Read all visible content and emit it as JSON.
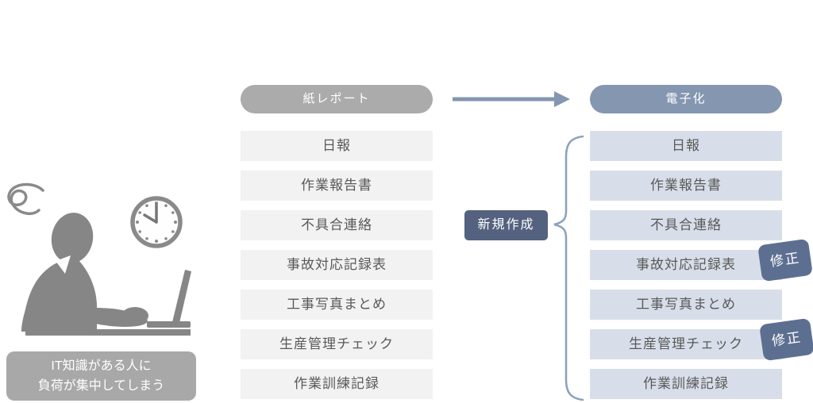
{
  "diagram": {
    "paper": {
      "header": "紙レポート",
      "rows": [
        "日報",
        "作業報告書",
        "不具合連絡",
        "事故対応記録表",
        "工事写真まとめ",
        "生産管理チェック",
        "作業訓練記録"
      ]
    },
    "digital": {
      "header": "電子化",
      "rows": [
        "日報",
        "作業報告書",
        "不具合連絡",
        "事故対応記録表",
        "工事写真まとめ",
        "生産管理チェック",
        "作業訓練記録"
      ],
      "modified_rows": [
        "事故対応記録表",
        "生産管理チェック"
      ]
    },
    "new_creation_label": "新規作成",
    "fix_badge_label": "修正",
    "caption": {
      "line1": "IT知識がある人に",
      "line2": "負荷が集中してしまう"
    }
  },
  "icons": {
    "clock": "clock-icon",
    "stress_scribble": "stress-scribble-icon",
    "arrow_right": "arrow-right-icon",
    "curly_brace": "curly-brace-icon"
  },
  "colors": {
    "paper_header_bg": "#ababab",
    "paper_row_bg": "#f2f2f2",
    "digital_header_bg": "#8496b0",
    "digital_row_bg": "#d8dee9",
    "row_text": "#595959",
    "arrow": "#8496b0",
    "brace": "#8da2bf",
    "new_creation_bg": "#54627f",
    "fix_badge_bg": "#5d6f91",
    "illustration_gray": "#868686",
    "caption_bg": "#a8a8a8"
  }
}
